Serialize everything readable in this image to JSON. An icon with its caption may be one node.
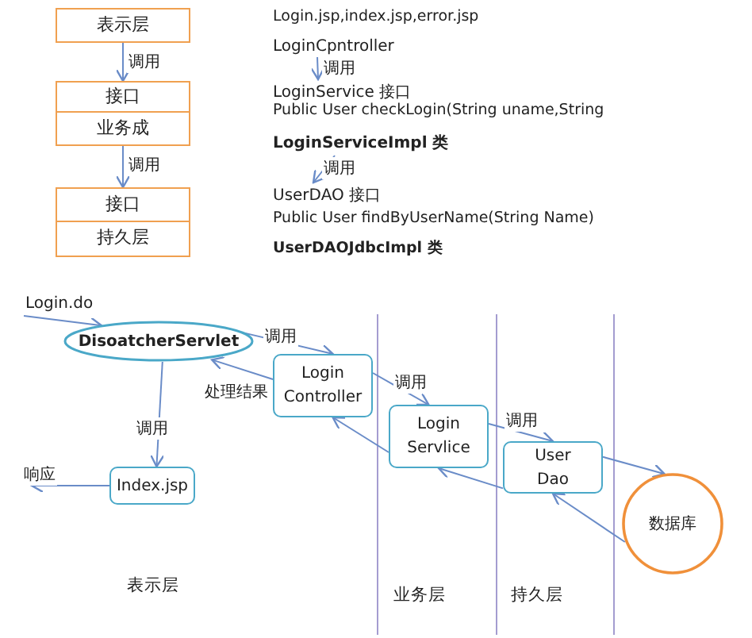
{
  "diagram": {
    "nodes": [
      {
        "text": [
          "表示层"
        ]
      },
      {
        "text": [
          "接口"
        ]
      },
      {
        "text": [
          "业务成"
        ]
      },
      {
        "text": [
          "接口"
        ]
      },
      {
        "text": [
          "持久层"
        ]
      },
      {
        "text": [
          "LoginCpntroller"
        ]
      },
      {
        "text": [
          "LoginService 接口"
        ]
      },
      {
        "text": [
          "LoginServiceImpl 类"
        ]
      },
      {
        "text": [
          "UserDAO 接口"
        ]
      },
      {
        "text": [
          "DisoatcherServlet"
        ]
      },
      {
        "text": [
          "Login Controller"
        ]
      },
      {
        "text": [
          "Login Servlice"
        ]
      },
      {
        "text": [
          "User Dao"
        ]
      },
      {
        "text": [
          "数据库"
        ]
      },
      {
        "text": [
          "Index.jsp"
        ]
      }
    ],
    "edges": [
      {
        "from": 0,
        "to": 1,
        "arrow": "to",
        "label": "调用"
      },
      {
        "from": 2,
        "to": 3,
        "arrow": "to",
        "label": "调用"
      },
      {
        "from": 5,
        "to": 6,
        "arrow": "to",
        "label": "调用"
      },
      {
        "from": 7,
        "to": 8,
        "arrow": "to",
        "label": "调用"
      },
      {
        "from": null,
        "to": 9,
        "arrow": "to",
        "label": "Login.do"
      },
      {
        "from": 9,
        "to": 10,
        "arrow": "to",
        "label": "调用"
      },
      {
        "from": 10,
        "to": 9,
        "arrow": "to",
        "label": "处理结果"
      },
      {
        "from": 9,
        "to": 14,
        "arrow": "to",
        "label": "调用"
      },
      {
        "from": 14,
        "to": null,
        "arrow": "to",
        "label": "响应"
      },
      {
        "from": 10,
        "to": 11,
        "arrow": "to",
        "label": "调用"
      },
      {
        "from": 11,
        "to": 10,
        "arrow": "to"
      },
      {
        "from": 11,
        "to": 12,
        "arrow": "to",
        "label": "调用"
      },
      {
        "from": 12,
        "to": 13,
        "arrow": "to"
      },
      {
        "from": 12,
        "to": 11,
        "arrow": "to"
      },
      {
        "from": 13,
        "to": 12,
        "arrow": "to"
      }
    ],
    "labels": [
      "Login.jsp,index.jsp,error.jsp",
      "Public User checkLogin(String uname,String",
      "Public User findByUserName(String Name)",
      "UserDAOJdbcImpl 类",
      "表示层",
      "业务层",
      "持久层"
    ]
  }
}
